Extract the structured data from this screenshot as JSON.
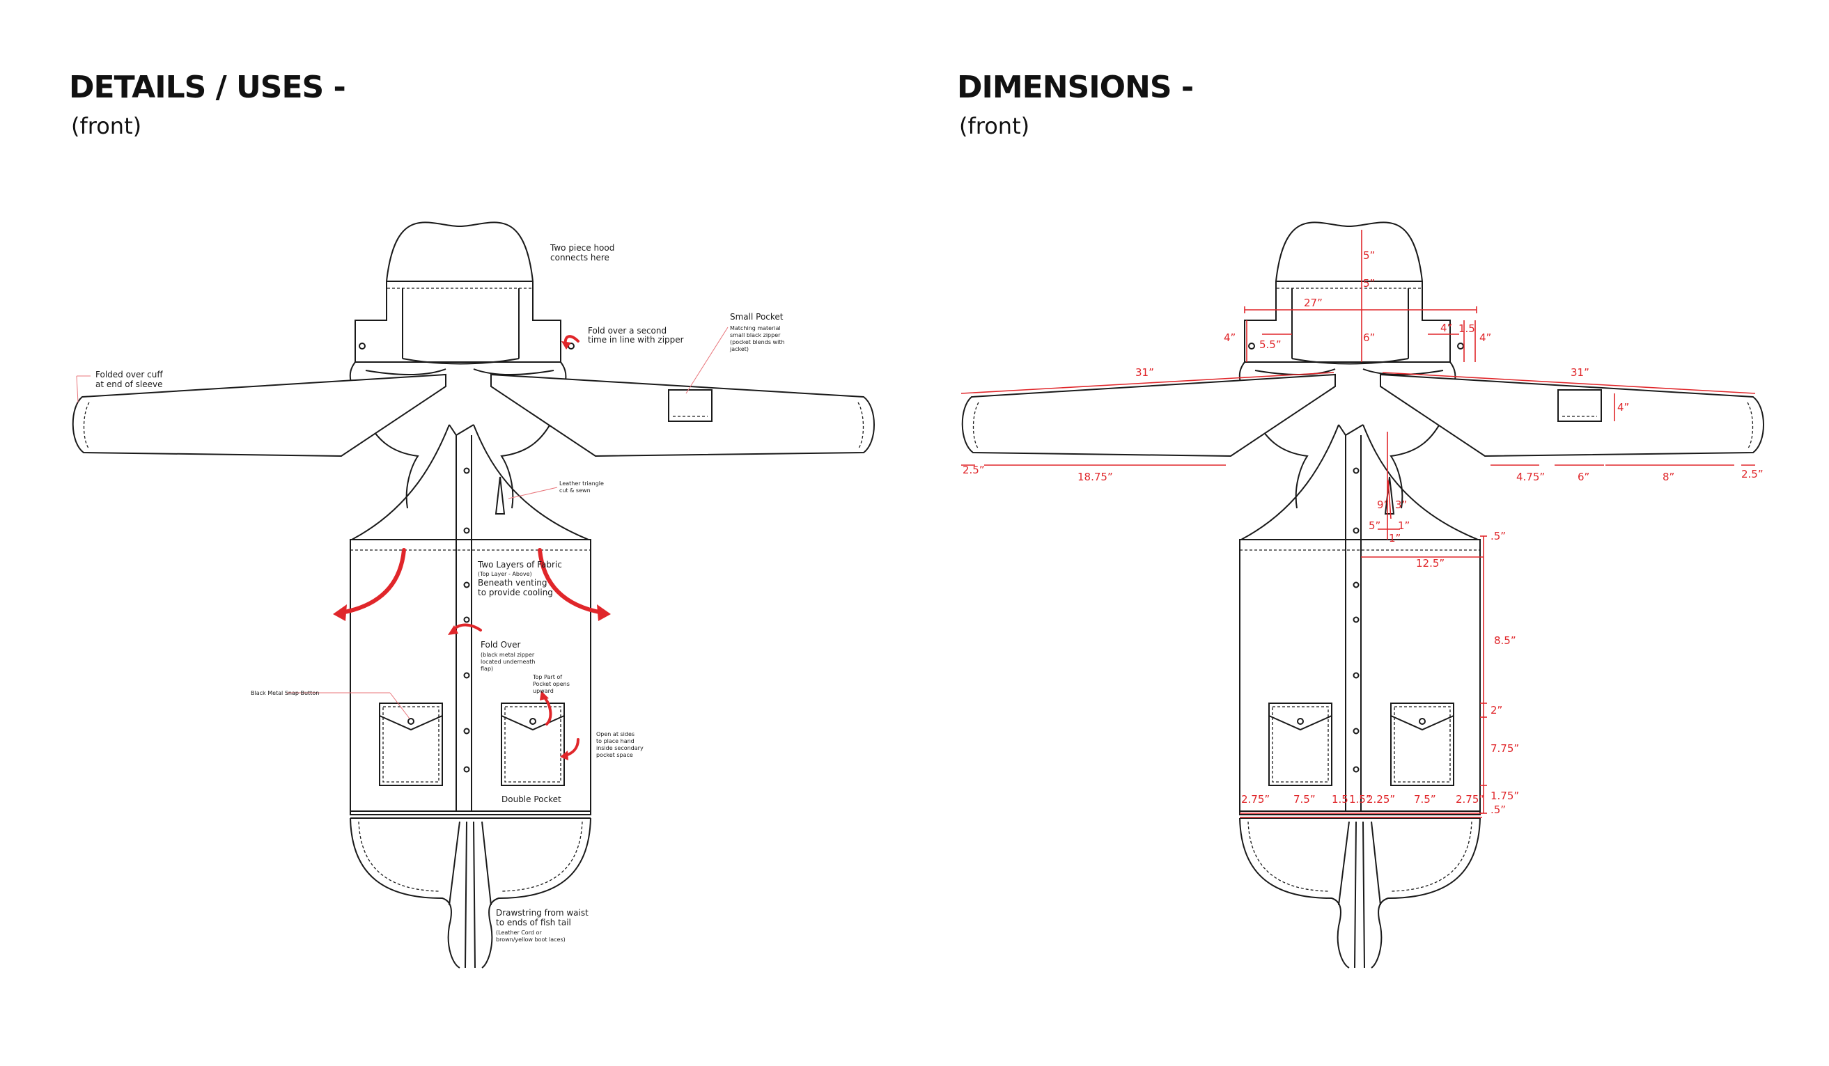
{
  "headings": {
    "left_title": "DETAILS / USES -",
    "left_subtitle": "(front)",
    "right_title": "DIMENSIONS -",
    "right_subtitle": "(front)"
  },
  "colors": {
    "annotation_red": "#e0262a",
    "outline": "#1a1a1a",
    "background": "#ffffff"
  },
  "annotations": {
    "hood_1": "Two piece hood",
    "hood_2": "connects here",
    "fold_1": "Fold over a second",
    "fold_2": "time in line with zipper",
    "small_pocket": "Small Pocket",
    "small_pocket_d1": "Matching material",
    "small_pocket_d2": "small black zipper",
    "small_pocket_d3": "(pocket blends with",
    "small_pocket_d4": "jacket)",
    "cuff_1": "Folded over cuff",
    "cuff_2": "at end of sleeve",
    "leather_1": "Leather triangle",
    "leather_2": "cut & sewn",
    "layers_1": "Two Layers of Fabric",
    "layers_2": "(Top Layer - Above)",
    "layers_3": "Beneath venting",
    "layers_4": "to provide cooling",
    "foldover_1": "Fold Over",
    "foldover_2": "(black metal zipper",
    "foldover_3": "located underneath",
    "foldover_4": "flap)",
    "snap": "Black Metal Snap Button",
    "toppart_1": "Top Part of",
    "toppart_2": "Pocket opens",
    "toppart_3": "upward",
    "open_1": "Open at sides",
    "open_2": "to place hand",
    "open_3": "inside secondary",
    "open_4": "pocket space",
    "double_pocket": "Double Pocket",
    "draw_1": "Drawstring from waist",
    "draw_2": "to ends of fish tail",
    "draw_3": "(Leather Cord or",
    "draw_4": "brown/yellow boot laces)"
  },
  "dimensions": {
    "hood_h": "5”",
    "hood_band": "5”",
    "hood_w": "27”",
    "collar_h_l": "4”",
    "collar_in_l": "5.5”",
    "collar_center": "6”",
    "collar_in_r": "4”",
    "collar_tab_r": "1.5",
    "collar_h_r": "4”",
    "sleeve_l": "31”",
    "sleeve_r": "31”",
    "pocket_h": "4”",
    "cuff_l": "2.5”",
    "forearm_l": "18.75”",
    "seg_r1": "4.75”",
    "seg_r2": "6”",
    "seg_r3": "8”",
    "cuff_r": "2.5”",
    "tri_h": "9”",
    "tri_mid": "3”",
    "tri_w": "5”",
    "tri_sm1": "1”",
    "tri_sm2": "1”",
    "band_top": ".5”",
    "half_w": "12.5”",
    "body_h": "8.5”",
    "flap_h": "2”",
    "pocket_body_h": "7.75”",
    "hem_h": "1.75”",
    "bottom_band": ".5”",
    "w1": "2.75”",
    "w2": "7.5”",
    "w3": "1.5",
    "w4": "1.5”",
    "w5": "2.25”",
    "w6": "7.5”",
    "w7": "2.75”"
  }
}
